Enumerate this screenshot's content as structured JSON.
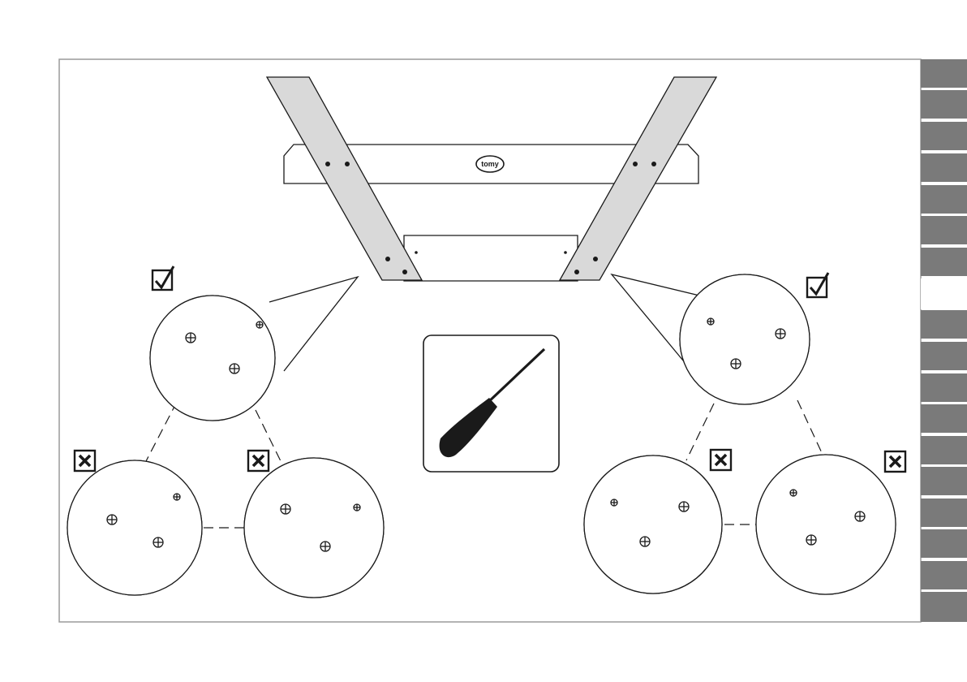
{
  "frame": {
    "border_color": "#9a9a9a"
  },
  "logo": {
    "text": "tomy"
  },
  "tabs": {
    "count": 17,
    "active_index": 7,
    "color": "#7a7a7a"
  },
  "icons": {
    "correct": "checkmark-box-icon",
    "incorrect": "x-box-icon",
    "tool": "screwdriver-icon"
  },
  "details": {
    "left": {
      "correct_count": 1,
      "incorrect_count": 2
    },
    "right": {
      "correct_count": 1,
      "incorrect_count": 2
    }
  }
}
